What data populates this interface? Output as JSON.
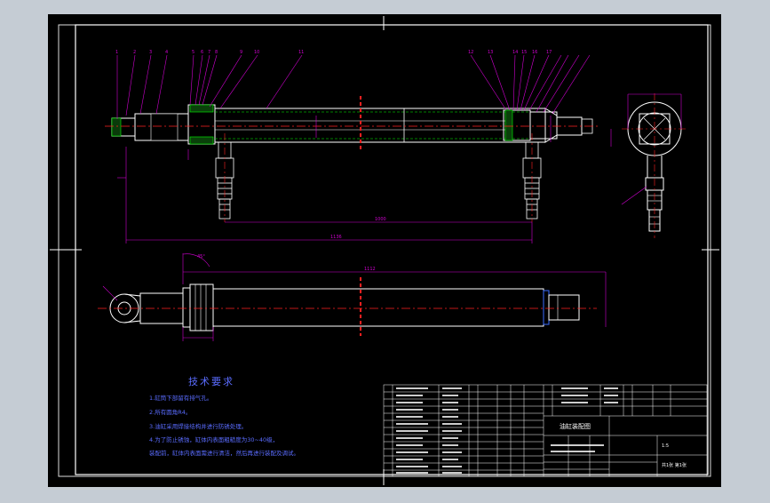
{
  "drawing": {
    "colors": {
      "background": "#c5ccd4",
      "paper": "#000000",
      "frame": "#e8e8e8",
      "part": "#ffffff",
      "centerline": "#ff2020",
      "dimension": "#d000d0",
      "hatch": "#00c000",
      "note_text": "#5a6cff"
    },
    "dimensions": {
      "total_length": "1136",
      "stroke": "1000",
      "closed_length": "1112",
      "angle": "45°"
    },
    "balloons": [
      "1",
      "2",
      "3",
      "4",
      "5",
      "6",
      "7",
      "8",
      "9",
      "10",
      "11",
      "12",
      "13",
      "14",
      "15",
      "16",
      "17"
    ],
    "tech_requirements": {
      "title": "技术要求",
      "lines": [
        "1.缸筒下部留有排气孔。",
        "2.所有圆角R4。",
        "3.油缸采用焊接结构并进行防锈处理。",
        "4.为了防止锈蚀，缸体内表面粗糙度为30~40级，",
        "  装配前，缸体内表面需进行清洁，然后再进行装配及调试。"
      ]
    },
    "title_block": {
      "drawing_name": "油缸装配图",
      "scale": "1:5",
      "sheet": "共1张 第1张"
    }
  }
}
